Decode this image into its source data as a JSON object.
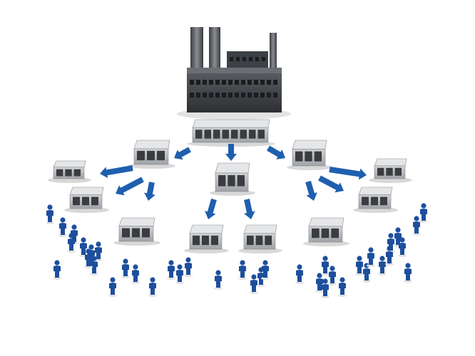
{
  "illustration": {
    "subject": "distribution-network",
    "colors": {
      "factory": "#4a4d52",
      "factory_dark": "#2b2d31",
      "warehouse_roof": "#e4e6e8",
      "warehouse_wall": "#b9bcc0",
      "warehouse_door": "#3a3c40",
      "arrow": "#1f5fae",
      "person": "#1d4f9c",
      "shadow": "#d8d8d8"
    },
    "counts": {
      "factories": 1,
      "central_warehouses": 1,
      "regional_warehouses": 3,
      "local_stores": 8
    }
  }
}
